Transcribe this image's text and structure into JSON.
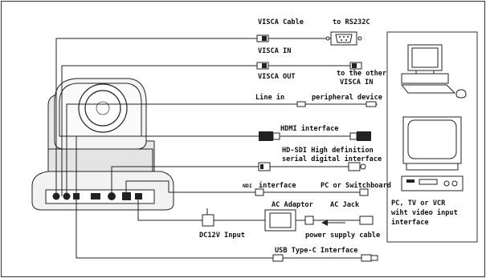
{
  "labels": {
    "visca_cable": "VISCA Cable",
    "to_rs232c": "to RS232C",
    "visca_in": "VISCA IN",
    "visca_out": "VISCA OUT",
    "to_other_1": "to the other",
    "to_other_2": "VISCA IN",
    "line_in": "Line in",
    "peripheral": "peripheral device",
    "hdmi": "HDMI interface",
    "hdsdi_1": "HD-SDI High definition",
    "hdsdi_2": "serial digital interface",
    "ndi_logo": "NDI",
    "ndi": "interface",
    "pc_switch": "PC or Switchboard",
    "ac_adaptor": "AC Adaptor",
    "ac_jack": "AC Jack",
    "dc12v": "DC12V Input",
    "power_cable": "power supply cable",
    "usb": "USB Type-C Interface",
    "side_1": "PC, TV or VCR",
    "side_2": "wiht video input",
    "side_3": "interface"
  },
  "icons": [
    "camera-icon",
    "computer-icon",
    "tv-icon",
    "vcr-icon",
    "ac-adaptor-icon"
  ]
}
